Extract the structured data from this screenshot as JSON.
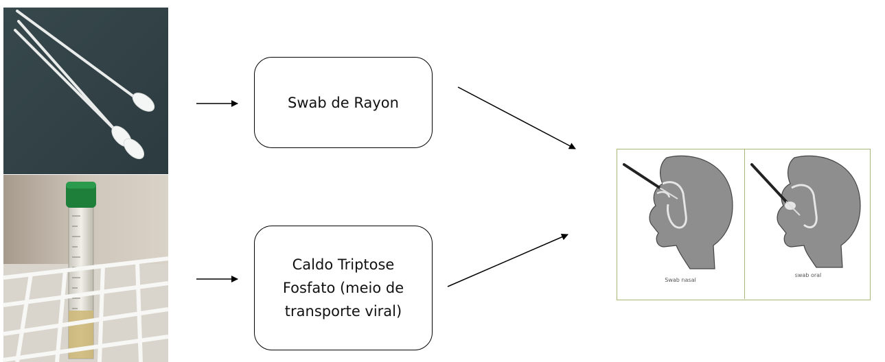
{
  "boxes": {
    "swab": "Swab de Rayon",
    "caldo": "Caldo Triptose Fosfato (meio de transporte viral)"
  },
  "illustration": {
    "nasal_caption": "Swab nasal",
    "oral_caption": "swab oral"
  }
}
